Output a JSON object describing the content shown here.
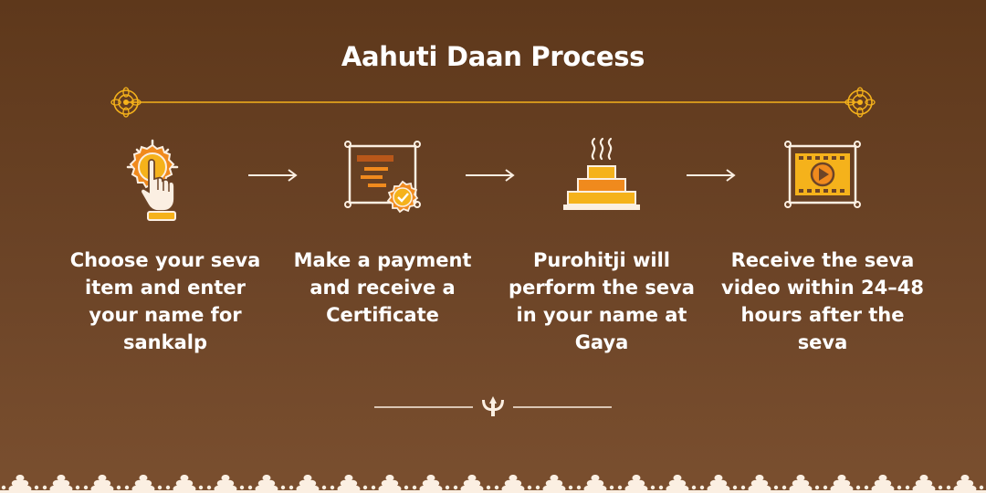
{
  "page": {
    "title": "Aahuti Daan Process"
  },
  "colors": {
    "background_top": "#5e381b",
    "background_bottom": "#7a4f2f",
    "accent_gold": "#f5b21b",
    "accent_orange": "#f08a1d",
    "cream": "#fbefe2",
    "text": "#ffffff"
  },
  "steps": [
    {
      "icon": "tap-seva-item-icon",
      "text": "Choose your seva item and enter your name for sankalp"
    },
    {
      "icon": "certificate-icon",
      "text": "Make a payment and receive a Certificate"
    },
    {
      "icon": "havan-kund-icon",
      "text": "Purohitji will perform the seva in your name at Gaya"
    },
    {
      "icon": "video-play-icon",
      "text": "Receive the seva video within 24–48 hours after the seva"
    }
  ]
}
